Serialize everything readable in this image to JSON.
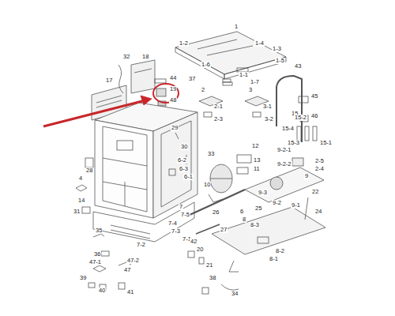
{
  "diagram": {
    "labels": [
      "1",
      "1-2",
      "1-4",
      "1-3",
      "1-6",
      "1-5",
      "1-1",
      "1-7",
      "32",
      "18",
      "17",
      "44",
      "19",
      "48",
      "37",
      "43",
      "45",
      "46",
      "2",
      "3",
      "2-1",
      "3-1",
      "2-3",
      "3-2",
      "29",
      "30",
      "28",
      "33",
      "12",
      "13",
      "11",
      "15",
      "15-2",
      "15-4",
      "15-3",
      "15-1",
      "9-2-1",
      "9-2-2",
      "9-2",
      "9-3",
      "9",
      "2-5",
      "2-4",
      "10",
      "6-2",
      "6-3",
      "6-1",
      "9-1",
      "22",
      "24",
      "25",
      "14",
      "4",
      "31",
      "7",
      "7-5",
      "26",
      "6",
      "8",
      "8-3",
      "8-2",
      "8-1",
      "7-4",
      "7-3",
      "7-1",
      "7-2",
      "27",
      "42",
      "35",
      "36",
      "47-1",
      "47-2",
      "47",
      "20",
      "21",
      "39",
      "40",
      "41",
      "38",
      "34"
    ]
  }
}
